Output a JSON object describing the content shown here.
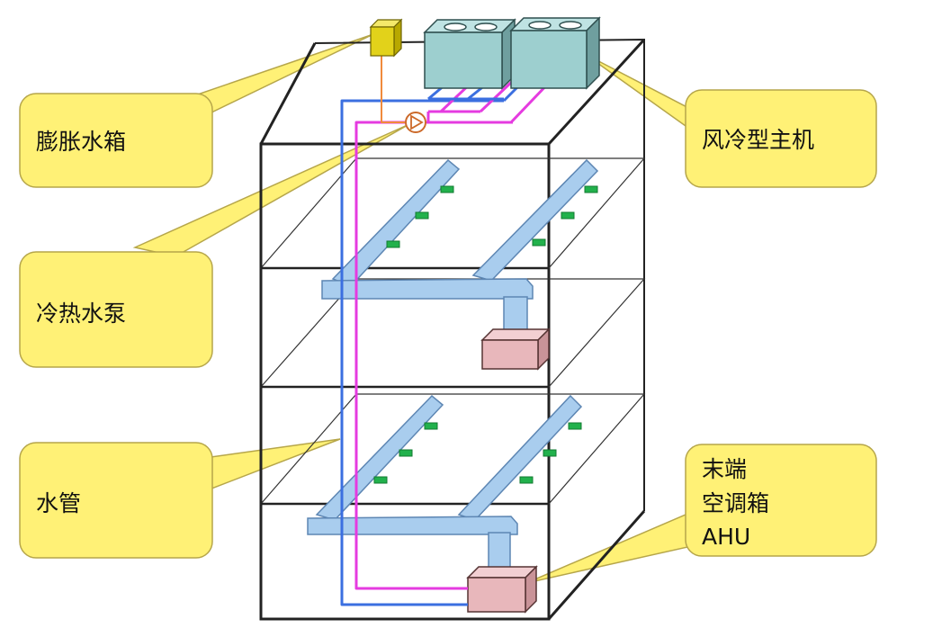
{
  "labels": {
    "expansion_tank": "膨胀水箱",
    "pump": "冷热水泵",
    "pipe": "水管",
    "chiller": "风冷型主机",
    "ahu_line1": "末端",
    "ahu_line2": "空调箱",
    "ahu_line3": "AHU"
  },
  "colors": {
    "callout_fill": "#fff176",
    "callout_stroke": "#b6a64a",
    "supply_pipe": "#3b6fe0",
    "return_pipe": "#e53be0",
    "expansion_line": "#f08a3c",
    "duct": "#a9cdee",
    "ahu": "#e8b7bb",
    "chiller": "#9dcfcf",
    "diffuser": "#22b14c",
    "tank": "#e2d21a"
  }
}
